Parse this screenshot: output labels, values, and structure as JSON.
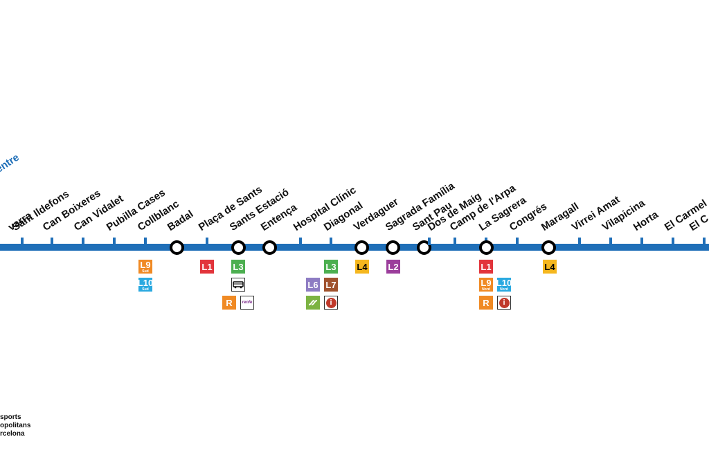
{
  "line": {
    "color": "#1f6fb8"
  },
  "partial_label": "entre",
  "stations": [
    {
      "name": "varra",
      "interchange": false
    },
    {
      "name": "Sant Ildefons",
      "interchange": false
    },
    {
      "name": "Can Boixeres",
      "interchange": false
    },
    {
      "name": "Can Vidalet",
      "interchange": false
    },
    {
      "name": "Pubilla Cases",
      "interchange": false
    },
    {
      "name": "Collblanc",
      "interchange": true
    },
    {
      "name": "Badal",
      "interchange": false
    },
    {
      "name": "Plaça de Sants",
      "interchange": true
    },
    {
      "name": "Sants Estació",
      "interchange": true
    },
    {
      "name": "Entença",
      "interchange": false
    },
    {
      "name": "Hospital Clínic",
      "interchange": false
    },
    {
      "name": "Diagonal",
      "interchange": true
    },
    {
      "name": "Verdaguer",
      "interchange": true
    },
    {
      "name": "Sagrada Família",
      "interchange": true
    },
    {
      "name": "Sant Pau",
      "interchange": false
    },
    {
      "name": "Dos de Maig",
      "interchange": false
    },
    {
      "name": "Camp de l'Arpa",
      "interchange": false
    },
    {
      "name": "La Sagrera",
      "interchange": true
    },
    {
      "name": "Congrés",
      "interchange": false
    },
    {
      "name": "Maragall",
      "interchange": true
    },
    {
      "name": "Virrei Amat",
      "interchange": false
    },
    {
      "name": "Vilapicina",
      "interchange": false
    },
    {
      "name": "Horta",
      "interchange": false
    },
    {
      "name": "El Carmel",
      "interchange": false
    },
    {
      "name": "El C",
      "interchange": false
    }
  ],
  "connections": {
    "collblanc": [
      {
        "label": "L9",
        "sub": "Sud",
        "color": "#f08a24",
        "text_color": "#ffffff"
      },
      {
        "label": "L10",
        "sub": "Sud",
        "color": "#2aa9e0",
        "text_color": "#ffffff"
      }
    ],
    "placa_de_sants": [
      {
        "label": "L1",
        "color": "#e2343b",
        "text_color": "#ffffff"
      }
    ],
    "sants_estacio": [
      {
        "label": "L3",
        "color": "#4caf50",
        "text_color": "#ffffff"
      },
      {
        "label": "bus",
        "icon": "bus-icon",
        "color": "#ffffff",
        "text_color": "#000000"
      },
      {
        "label": "R",
        "color": "#f08a24",
        "text_color": "#ffffff"
      },
      {
        "label": "renfe",
        "color": "#ffffff",
        "text_color": "#7b2a8b"
      }
    ],
    "diagonal": [
      {
        "label": "L3",
        "color": "#4caf50",
        "text_color": "#ffffff"
      },
      {
        "label": "L6",
        "color": "#8e7cc3",
        "text_color": "#ffffff"
      },
      {
        "label": "L7",
        "color": "#a0522d",
        "text_color": "#ffffff"
      },
      {
        "label": "FGC",
        "icon": "fgc-icon",
        "color": "#7cb342",
        "text_color": "#ffffff"
      },
      {
        "label": "i",
        "icon": "info-icon",
        "color": "#c0392b",
        "text_color": "#ffffff"
      }
    ],
    "verdaguer": [
      {
        "label": "L4",
        "color": "#f5b71e",
        "text_color": "#000000"
      }
    ],
    "sagrada_familia": [
      {
        "label": "L2",
        "color": "#9b3d9b",
        "text_color": "#ffffff"
      }
    ],
    "la_sagrera": [
      {
        "label": "L1",
        "color": "#e2343b",
        "text_color": "#ffffff"
      },
      {
        "label": "L9",
        "sub": "Nord",
        "color": "#f08a24",
        "text_color": "#ffffff"
      },
      {
        "label": "L10",
        "sub": "Nord",
        "color": "#2aa9e0",
        "text_color": "#ffffff"
      },
      {
        "label": "R",
        "color": "#f08a24",
        "text_color": "#ffffff"
      },
      {
        "label": "i",
        "icon": "info-icon",
        "color": "#c0392b",
        "text_color": "#ffffff"
      }
    ],
    "maragall": [
      {
        "label": "L4",
        "color": "#f5b71e",
        "text_color": "#000000"
      }
    ]
  },
  "logo": {
    "line1": "sports",
    "line2": "opolitans",
    "line3": "rcelona"
  }
}
